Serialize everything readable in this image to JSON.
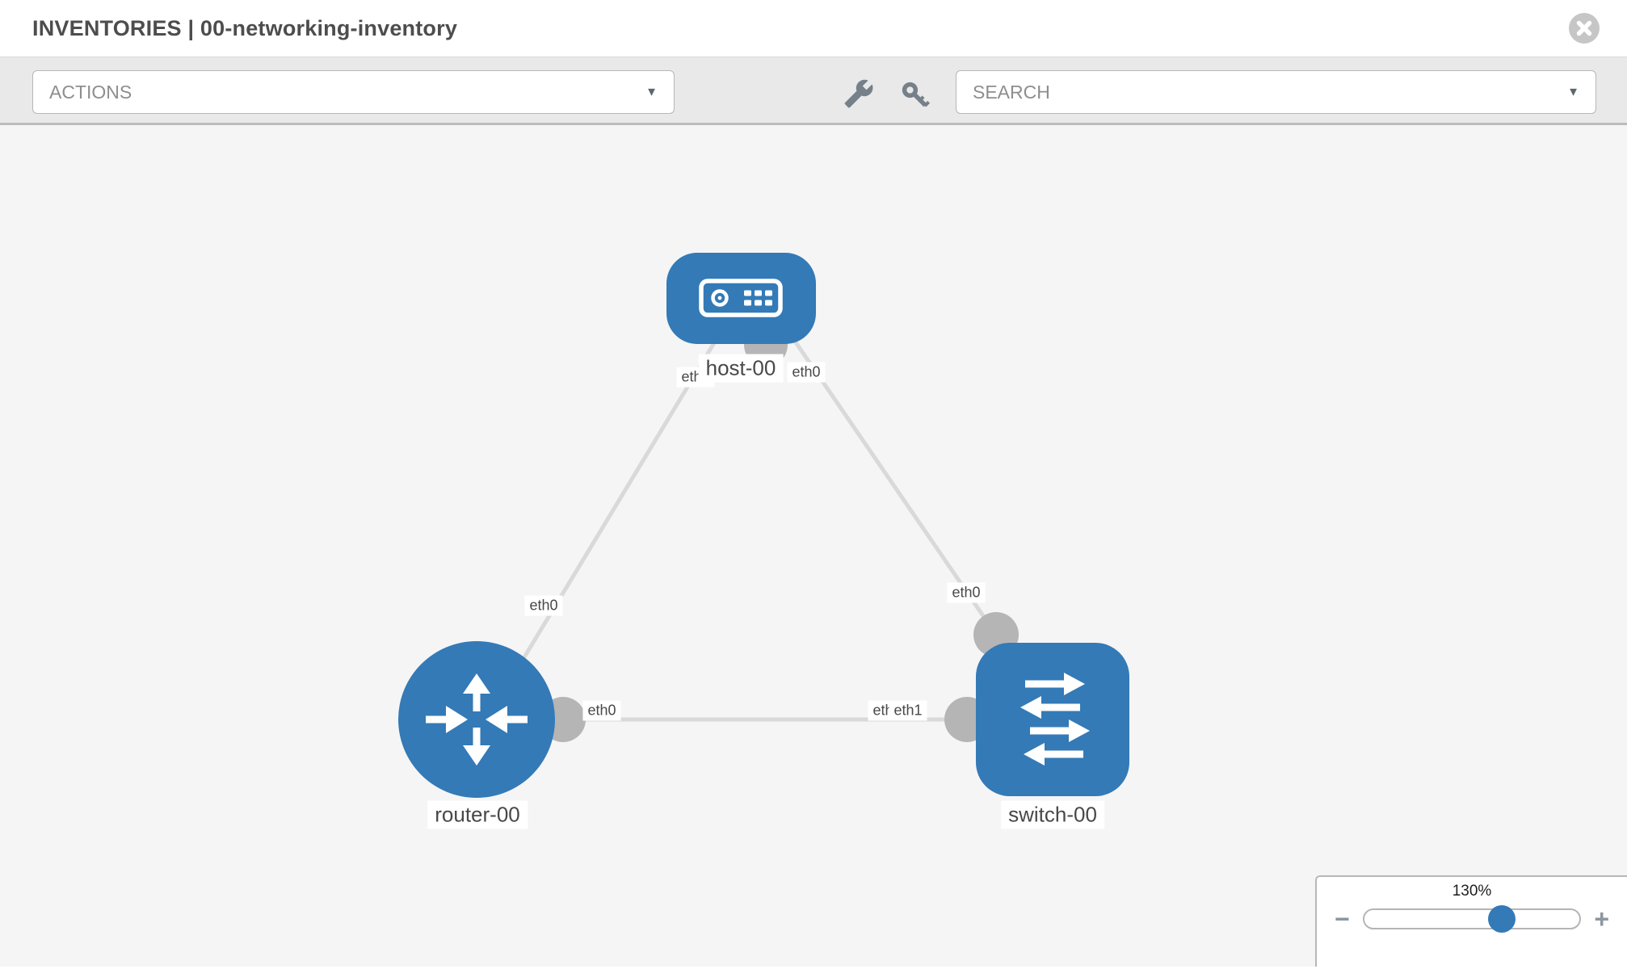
{
  "header": {
    "title": "INVENTORIES | 00-networking-inventory"
  },
  "toolbar": {
    "actions_label": "ACTIONS",
    "search_placeholder": "SEARCH"
  },
  "icons": {
    "caret": "▼"
  },
  "topology": {
    "nodes": [
      {
        "id": "host-00",
        "type": "host",
        "label": "host-00"
      },
      {
        "id": "router-00",
        "type": "router",
        "label": "router-00"
      },
      {
        "id": "switch-00",
        "type": "switch",
        "label": "switch-00"
      }
    ],
    "links": [
      {
        "from": "router-00",
        "to": "host-00",
        "visible_labels": [
          "eth0",
          "eth0"
        ]
      },
      {
        "from": "switch-00",
        "to": "host-00",
        "visible_labels": [
          "eth0",
          "eth0"
        ]
      },
      {
        "from": "router-00",
        "to": "switch-00",
        "visible_labels": [
          "eth0",
          "eth0",
          "eth1"
        ]
      }
    ],
    "interface_labels": {
      "host_left": "eth0",
      "host_right": "eth0",
      "router_upper": "eth0",
      "switch_upper": "eth0",
      "mid_left": "eth0",
      "mid_right_under": "eth0",
      "mid_right_over": "eth1"
    }
  },
  "zoom_control": {
    "level": "130%",
    "minus": "−",
    "plus": "+"
  },
  "colors": {
    "node_blue": "#337ab7",
    "link_gray": "#d9d9d9",
    "connector_gray": "#b5b5b5",
    "canvas_bg": "#f5f5f5",
    "toolbar_bg": "#e9e9e9"
  }
}
